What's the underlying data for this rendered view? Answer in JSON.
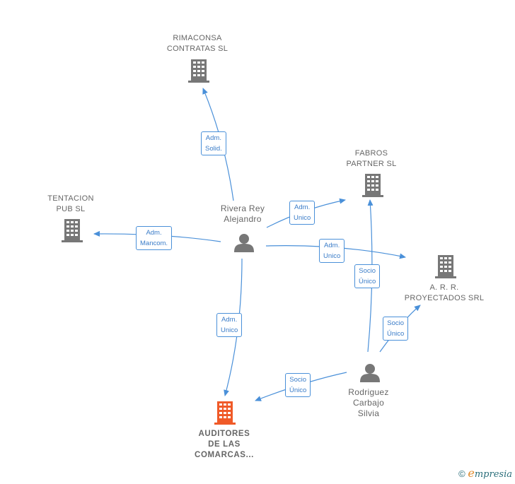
{
  "companies": {
    "rimaconsa": "RIMACONSA\nCONTRATAS SL",
    "fabros": "FABROS\nPARTNER  SL",
    "tentacion": "TENTACION\nPUB SL",
    "arr": "A.  R.  R.\nPROYECTADOS SRL",
    "auditores": "AUDITORES\nDE LAS\nCOMARCAS..."
  },
  "persons": {
    "rivera": "Rivera Rey\nAlejandro",
    "rodriguez": "Rodriguez\nCarbajo\nSilvia"
  },
  "edges": {
    "rivera_rimaconsa": "Adm.\nSolid.",
    "rivera_tentacion": "Adm.\nMancom.",
    "rivera_fabros": "Adm.\nUnico",
    "rivera_arr": "Adm.\nUnico",
    "rivera_auditores": "Adm.\nUnico",
    "rodriguez_fabros": "Socio\nÚnico",
    "rodriguez_arr": "Socio\nÚnico",
    "rodriguez_auditores": "Socio\nÚnico"
  },
  "colors": {
    "edge": "#4a90d9",
    "building": "#777777",
    "building_highlight": "#f05a28",
    "person": "#777777"
  },
  "brand": {
    "copyright": "©",
    "e": "e",
    "rest": "mpresia"
  }
}
